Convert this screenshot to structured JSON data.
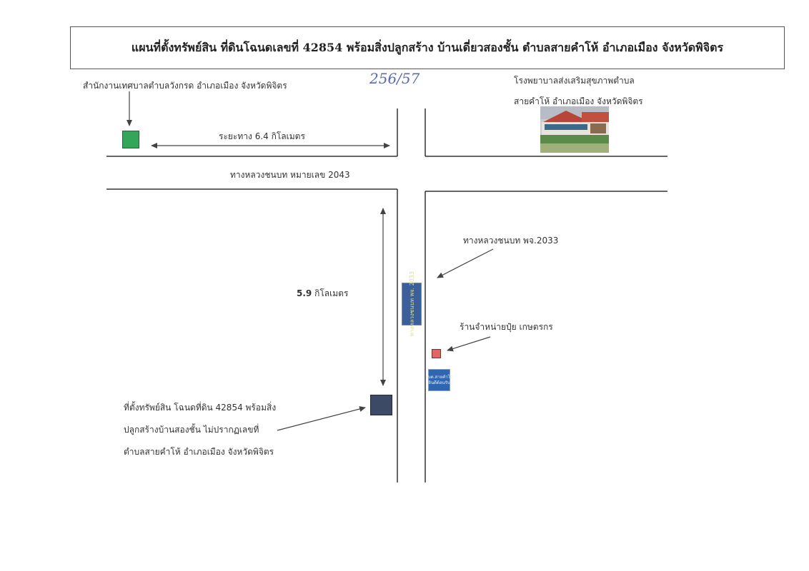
{
  "title": "แผนที่ตั้งทรัพย์สิน ที่ดินโฉนดเลขที่ 42854 พร้อมสิ่งปลูกสร้าง บ้านเดี่ยวสองชั้น ตำบลสายคำโห้ อำเภอเมือง จังหวัดพิจิตร",
  "handwritten_note": "256/57",
  "landmarks": {
    "municipal_office": "สำนักงานเทศบาลตำบลวังกรด อำเภอเมือง จังหวัดพิจิตร",
    "hospital_line1": "โรงพยาบาลส่งเสริมสุขภาพตำบล",
    "hospital_line2": "สายคำโห้ อำเภอเมือง จังหวัดพิจิตร",
    "fertilizer_shop": "ร้านจำหน่ายปุ๋ย เกษตรกร",
    "property_line1": "ที่ตั้งทรัพย์สิน โฉนดที่ดิน 42854  พร้อมสิ่ง",
    "property_line2": "ปลูกสร้างบ้านสองชั้น  ไม่ปรากฏเลขที่",
    "property_line3": "ตำบลสายคำโห้ อำเภอเมือง จังหวัดพิจิตร"
  },
  "roads": {
    "horizontal": "ทางหลวงชนบท หมายเลข 2043",
    "vertical": "ทางหลวงชนบท  พจ.2033"
  },
  "distances": {
    "horizontal_number": "ระยะทาง 6.4 กิโลเมตร",
    "vertical_number": "5.9",
    "vertical_unit": " กิโลเมตร"
  },
  "signs": {
    "road_sign": "ทางหลวงชนบท พจ. 2033",
    "small_sign_line1": "อบต.สายคำโห้",
    "small_sign_line2": "ยินดีต้อนรับ"
  },
  "colors": {
    "municipal_marker": "#33a65a",
    "property_marker": "#3d4a66",
    "shop_marker": "#e06666",
    "road_line": "#333333",
    "arrow": "#444444"
  }
}
